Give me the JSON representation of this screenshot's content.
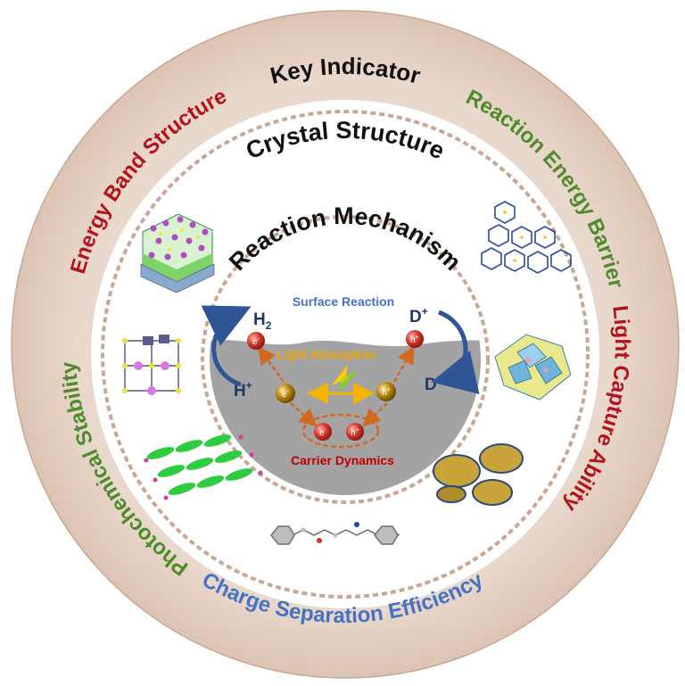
{
  "rings": {
    "outer_title": "Key Indicator",
    "outer_items": [
      {
        "label": "Energy Band Structure",
        "color": "#b3141c"
      },
      {
        "label": "Reaction Energy Barrier",
        "color": "#4f8a2c"
      },
      {
        "label": "Light Capture Ability",
        "color": "#b3141c"
      },
      {
        "label": "Charge Separation Efficiency",
        "color": "#4472c4"
      },
      {
        "label": "Photochemical Stability",
        "color": "#4f8a2c"
      }
    ],
    "middle_title": "Crystal Structure",
    "inner_title": "Reaction Mechanism"
  },
  "mechanism": {
    "surface_reaction": "Surface Reaction",
    "light_absorption": "Light Absorption",
    "carrier_dynamics": "Carrier Dynamics",
    "h2": "H",
    "h2_sub": "2",
    "h_plus": "H",
    "h_plus_sup": "+",
    "d_plus": "D",
    "d_plus_sup": "+",
    "d": "D",
    "electron": "e",
    "electron_sup": "-",
    "hole": "h",
    "hole_sup": "+"
  },
  "colors": {
    "ring_outer": "#e7d5c9",
    "ring_inner": "#ffffff",
    "dash": "#c9a792",
    "semiconductor": "#9d9d9d",
    "electron_ball": "#c0392b",
    "hole_ball": "#c0392b",
    "carrier_ball": "#b8860b",
    "arrow_orange": "#d2691e",
    "arrow_yellow": "#f5b400",
    "arrow_blue": "#2f5597",
    "surface_text": "#4472c4",
    "light_text": "#f0a500",
    "carrier_text": "#c00000",
    "species_text": "#1f3864"
  }
}
